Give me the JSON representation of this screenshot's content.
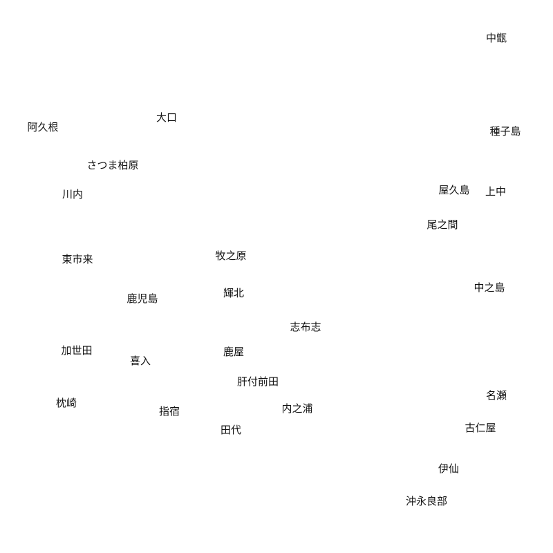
{
  "map": {
    "places": [
      "中甑",
      "種子島",
      "阿久根",
      "大口",
      "さつま柏原",
      "川内",
      "屋久島",
      "上中",
      "尾之間",
      "東市来",
      "牧之原",
      "中之島",
      "鹿児島",
      "輝北",
      "志布志",
      "加世田",
      "喜入",
      "鹿屋",
      "肝付前田",
      "名瀬",
      "枕崎",
      "指宿",
      "内之浦",
      "田代",
      "古仁屋",
      "伊仙",
      "沖永良部"
    ]
  }
}
